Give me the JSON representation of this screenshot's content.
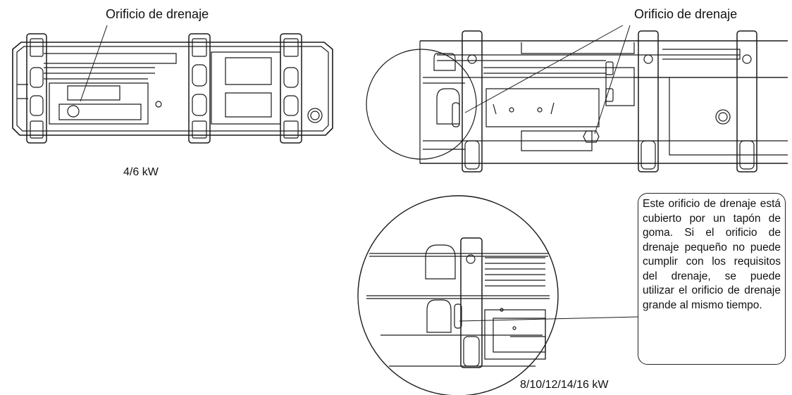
{
  "labels": {
    "drain_hole_left": "Orificio de drenaje",
    "drain_hole_right": "Orificio de drenaje",
    "caption_small": "4/6 kW",
    "caption_large": "8/10/12/14/16 kW"
  },
  "callout": {
    "text": "Este orificio de drenaje está cubierto por un tapón de goma. Si el orificio de drenaje pequeño no puede cumplir con los requisitos del drenaje, se puede utilizar el orificio de drenaje grande al mismo tiempo."
  },
  "colors": {
    "line": "#1a1a1a",
    "background": "#ffffff"
  }
}
